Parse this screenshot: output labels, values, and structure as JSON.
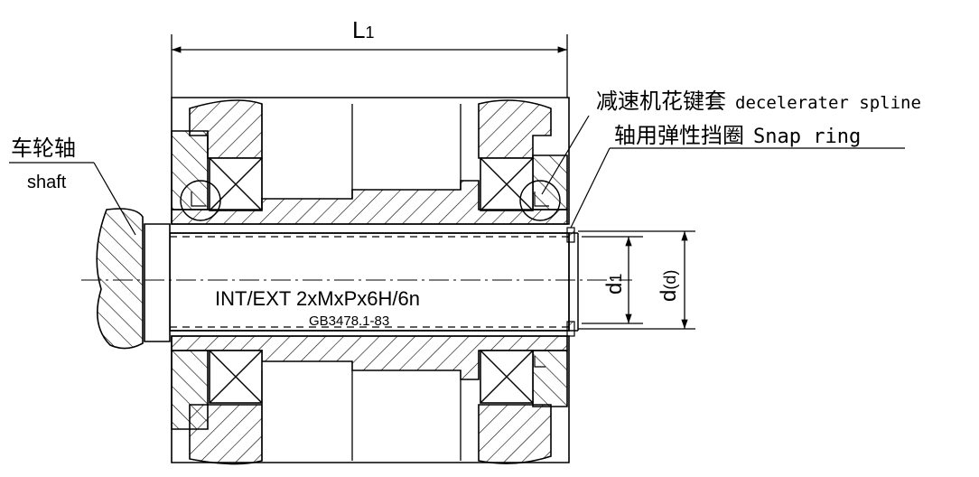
{
  "dimensions": {
    "length": "L",
    "length_sub": "1",
    "inner_dia": "d",
    "inner_dia_sub": "1",
    "outer_dia": "d",
    "outer_dia_paren": "(d)"
  },
  "labels": {
    "reducer_cn": "减速机花键套",
    "reducer_en": "decelerater spline",
    "snap_ring_cn": "轴用弹性挡圈",
    "snap_ring_en": "Snap ring",
    "shaft_cn": "车轮轴",
    "shaft_en": "shaft"
  },
  "spline_spec": {
    "designation": "INT/EXT 2xMxPx6H/6n",
    "standard": "GB3478.1-83"
  }
}
